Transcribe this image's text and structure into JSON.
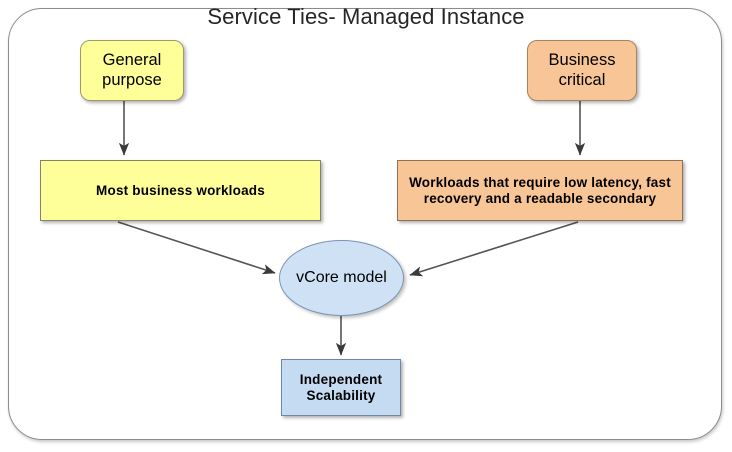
{
  "diagram": {
    "title": "Service Ties- Managed Instance",
    "type": "flowchart",
    "colors": {
      "general_purpose_fill": "#ffff99",
      "business_critical_fill": "#f8c596",
      "vcore_fill": "#cfe2f5",
      "independent_scalability_fill": "#c5dbf1",
      "frame_border": "#8c8c8c",
      "arrow": "#444444"
    },
    "nodes": {
      "general_purpose": {
        "label": "General purpose",
        "shape": "rounded-rectangle"
      },
      "business_critical": {
        "label": "Business critical",
        "shape": "rounded-rectangle"
      },
      "most_business_workloads": {
        "label": "Most business workloads",
        "shape": "rectangle"
      },
      "workloads_requirements": {
        "label": "Workloads that require low latency, fast recovery and a readable secondary",
        "shape": "rectangle"
      },
      "vcore_model": {
        "label": "vCore model",
        "shape": "ellipse"
      },
      "independent_scalability": {
        "label": "Independent Scalability",
        "shape": "rectangle"
      }
    },
    "edges": [
      {
        "from": "general_purpose",
        "to": "most_business_workloads",
        "label": ""
      },
      {
        "from": "business_critical",
        "to": "workloads_requirements",
        "label": ""
      },
      {
        "from": "most_business_workloads",
        "to": "vcore_model",
        "label": ""
      },
      {
        "from": "workloads_requirements",
        "to": "vcore_model",
        "label": ""
      },
      {
        "from": "vcore_model",
        "to": "independent_scalability",
        "label": ""
      }
    ]
  }
}
